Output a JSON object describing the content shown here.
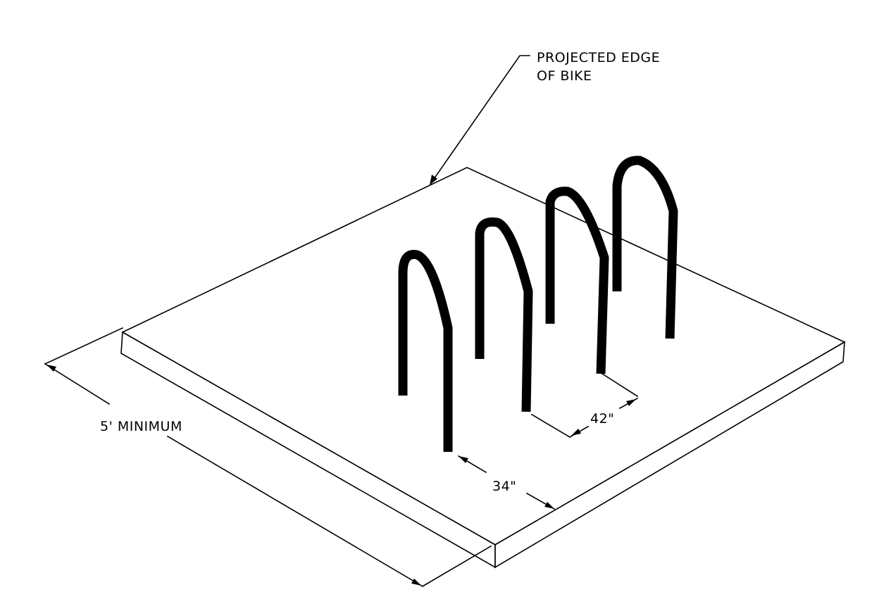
{
  "labels": {
    "projected_edge_line1": "PROJECTED EDGE",
    "projected_edge_line2": "OF BIKE",
    "width_dimension": "5' MINIMUM",
    "rack_spacing": "34\"",
    "hoop_depth": "42\""
  },
  "colors": {
    "line": "#000000",
    "background": "#ffffff"
  },
  "hoop_count": 4
}
